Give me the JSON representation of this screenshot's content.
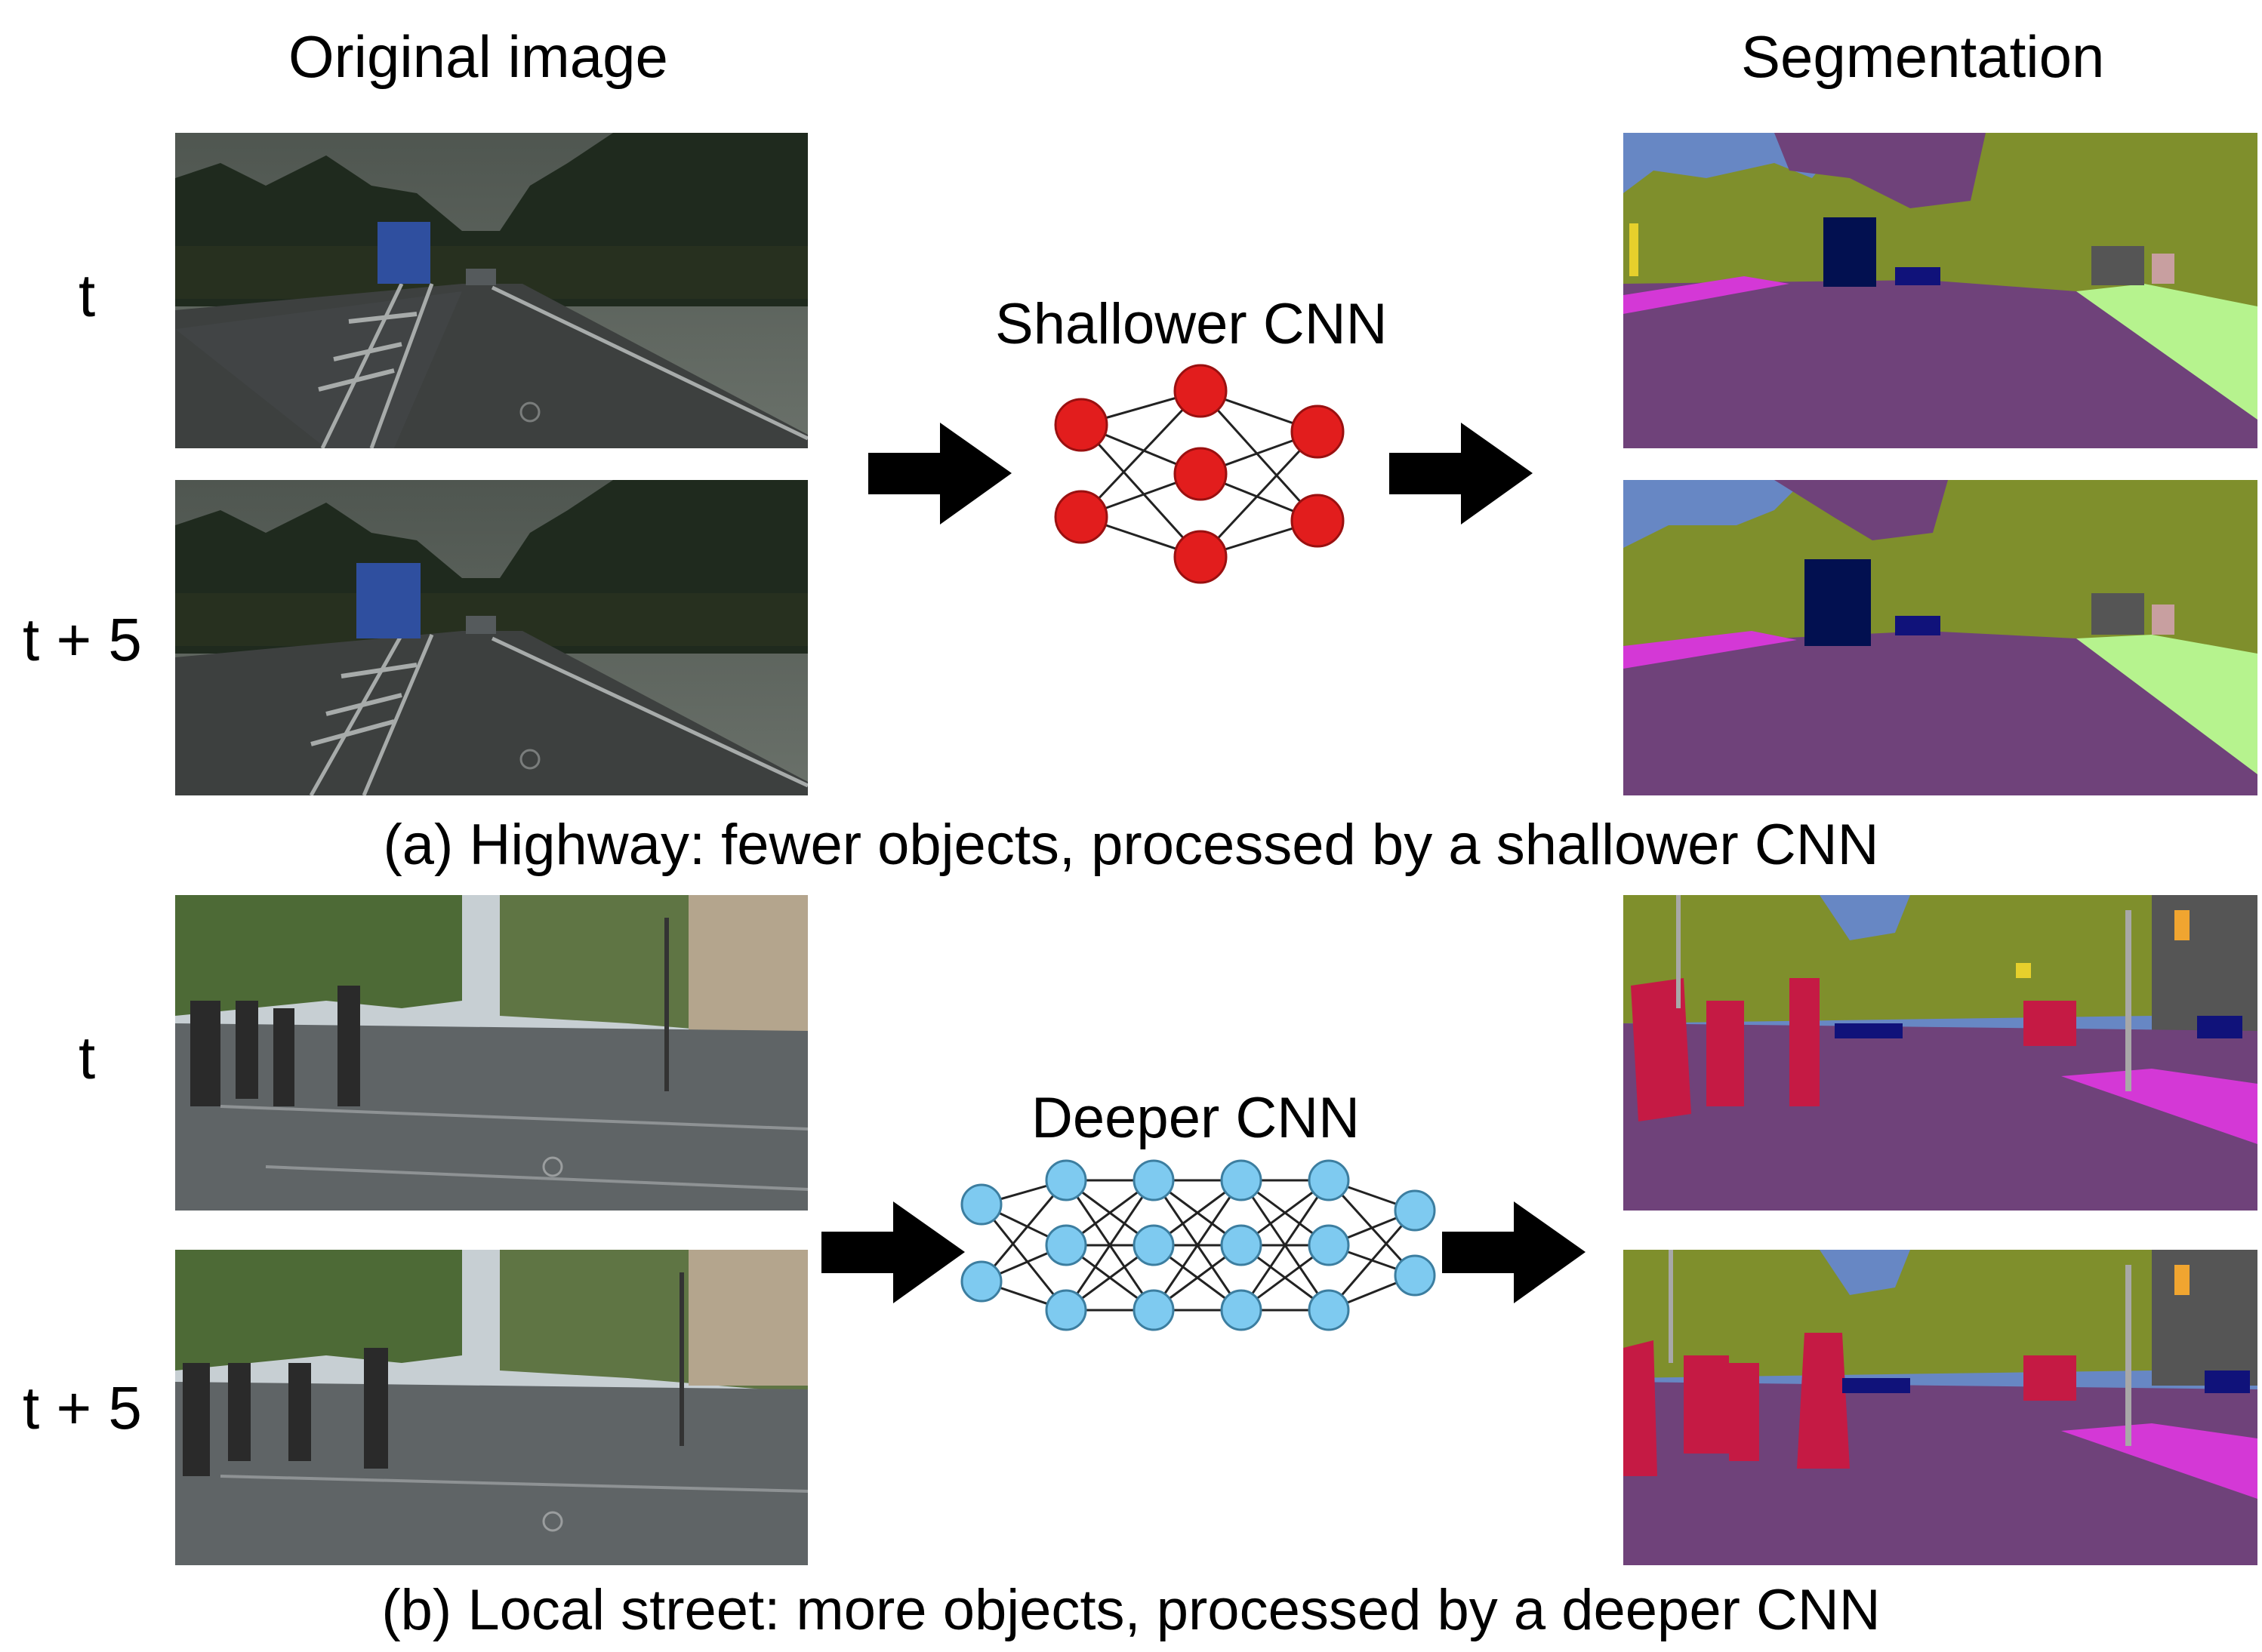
{
  "headers": {
    "original": "Original image",
    "segmentation": "Segmentation"
  },
  "labels": {
    "t": "t",
    "t_plus_5": "t + 5"
  },
  "network_titles": {
    "shallow": "Shallower CNN",
    "deep": "Deeper CNN"
  },
  "captions": {
    "a": "(a)  Highway: fewer objects, processed by a shallower CNN",
    "b": "(b) Local street: more objects, processed by a deeper CNN"
  },
  "colors": {
    "road": "#6f427a",
    "vegetation": "#7f8f2c",
    "sky": "#6787c4",
    "building": "#555555",
    "sidewalk": "#d438d6",
    "terrain": "#b6f38e",
    "car": "#10127a",
    "truck": "#021050",
    "person": "#c51a44",
    "sign": "#e6d02c",
    "light": "#f0a530",
    "pole": "#a8a8a8",
    "wall": "#c89fa0",
    "shallow_node": "#e21d1d",
    "deep_node": "#7ecaf0"
  }
}
